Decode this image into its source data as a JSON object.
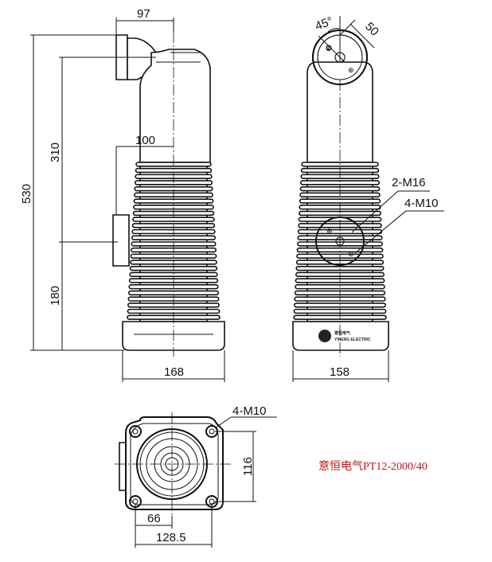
{
  "front_view": {
    "dim_top_width": "97",
    "dim_height_total": "530",
    "dim_height_upper": "310",
    "dim_height_lower": "180",
    "dim_mid_width": "100",
    "dim_base_width": "168"
  },
  "side_view": {
    "dim_angle": "45°",
    "dim_offset": "50",
    "label_m16": "2-M16",
    "label_m10": "4-M10",
    "dim_base_width": "158",
    "logo_text_cn": "意恒电气",
    "logo_text_en": "YIHENG ELECTRIC"
  },
  "bottom_view": {
    "label_m10": "4-M10",
    "dim_height": "116",
    "dim_half": "66",
    "dim_width": "128.5"
  },
  "caption": "意恒电气PT12-2000/40",
  "colors": {
    "line": "#111111",
    "caption": "#c0141c"
  }
}
